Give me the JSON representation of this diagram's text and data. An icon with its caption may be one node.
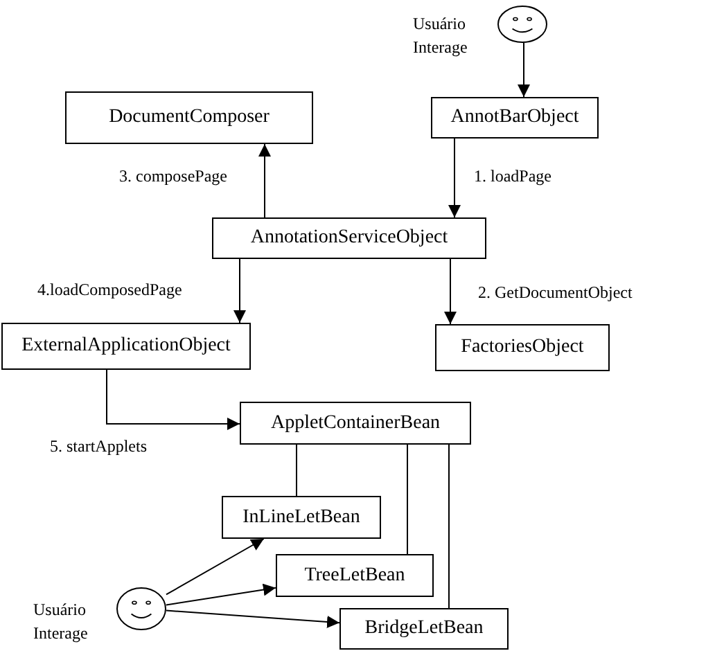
{
  "diagram": {
    "nodes": [
      {
        "text": [],
        "shape": "circle",
        "beside": [
          "Usuário Interage"
        ]
      },
      {
        "text": [
          "DocumentComposer"
        ]
      },
      {
        "text": [
          "AnnotBarObject"
        ]
      },
      {
        "text": [
          "AnnotationServiceObject"
        ]
      },
      {
        "text": [
          "ExternalApplicationObject"
        ]
      },
      {
        "text": [
          "FactoriesObject"
        ]
      },
      {
        "text": [
          "AppletContainerBean"
        ]
      },
      {
        "text": [
          "InLineLetBean"
        ]
      },
      {
        "text": [
          "TreeLetBean"
        ]
      },
      {
        "text": [
          "BridgeLetBean"
        ]
      },
      {
        "text": [],
        "shape": "circle",
        "beside": [
          "Usuário Interage"
        ]
      }
    ],
    "edges": [
      {
        "from": 0,
        "to": 2,
        "arrow": "to"
      },
      {
        "from": 2,
        "to": 3,
        "arrow": "to",
        "label": "1. loadPage"
      },
      {
        "from": 3,
        "to": 5,
        "arrow": "to",
        "label": "2. GetDocumentObject"
      },
      {
        "from": 3,
        "to": 1,
        "arrow": "to",
        "label": "3. composePage"
      },
      {
        "from": 3,
        "to": 4,
        "arrow": "to",
        "label": "4.loadComposedPage"
      },
      {
        "from": 4,
        "to": 6,
        "arrow": "to",
        "label": "5. startApplets"
      },
      {
        "from": 6,
        "to": 7,
        "arrow": "none"
      },
      {
        "from": 6,
        "to": 8,
        "arrow": "none"
      },
      {
        "from": 6,
        "to": 9,
        "arrow": "none"
      },
      {
        "from": 10,
        "to": 7,
        "arrow": "to"
      },
      {
        "from": 10,
        "to": 8,
        "arrow": "to"
      },
      {
        "from": 10,
        "to": 9,
        "arrow": "to"
      }
    ]
  }
}
